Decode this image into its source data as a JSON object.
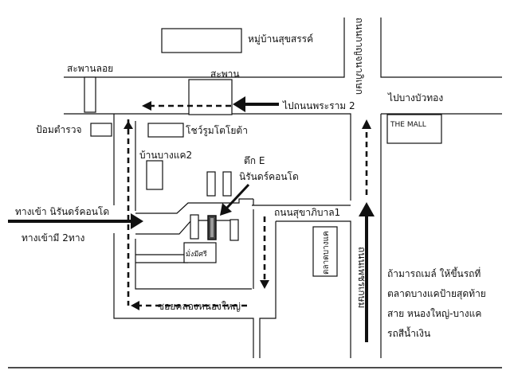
{
  "map": {
    "labels": {
      "village": "หมู่บ้านสุขสรรค์",
      "floating_bridge": "สะพานลอย",
      "bridge": "สะพาน",
      "to_rama2": "ไปถนนพระราม 2",
      "to_bangbuathong": "ไปบางบัวทอง",
      "police_box": "ป้อมตำรวจ",
      "toyota_showroom": "โชว์รูมโตโยต้า",
      "the_mall": "THE MALL",
      "ban_bangkhae2": "บ้านบางแค2",
      "building_e_line1": "ตึก E",
      "building_e_line2": "นิรันดร์คอนโด",
      "entrance_line1": "ทางเข้า นิรันดร์คอนโด",
      "entrance_line2": "ทางเข้ามี 2ทาง",
      "sukhaphiban1_road": "ถนนสุขาภิบาล1",
      "bangkhae_market": "ตลาดบางแค",
      "mangmeesri": "มั่งมีศรี",
      "soi_khlong_nongyai": "ซอยคลองหนองใหญ่",
      "kanchanaphisek_road": "ถนนกาญจนาภิเษก",
      "phetkasem_road": "ถนนเพชรเกษม",
      "bus_note_line1": "ถ้ามารถเมล์ ให้ขึ้นรถที่",
      "bus_note_line2": "ตลาดบางแคป้ายสุดท้าย",
      "bus_note_line3": "สาย หนองใหญ่-บางแค",
      "bus_note_line4": "รถสีน้ำเงิน"
    },
    "colors": {
      "line": "#111111",
      "background": "#ffffff"
    }
  }
}
